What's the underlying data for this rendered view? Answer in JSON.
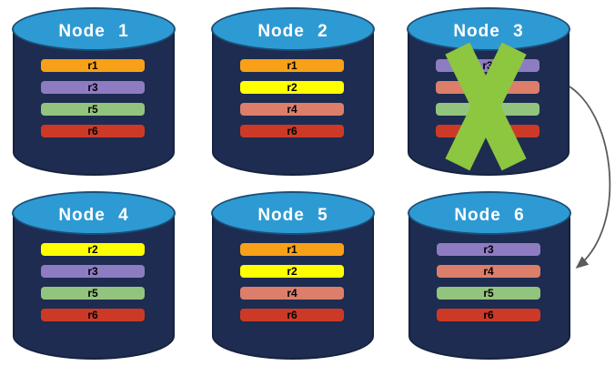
{
  "palette": {
    "cylinder_body": "#1d2c50",
    "cylinder_body_border": "#16233f",
    "cylinder_top": "#2e9ad3",
    "cylinder_top_border": "#1b4e77",
    "node_title_color": "#ffffff",
    "replica_label_color": "#000000",
    "failure_x_color": "#8dc63f",
    "arrow_color": "#5b5b5b"
  },
  "diagram": {
    "nodes": [
      {
        "title": "Node 1",
        "failed": false,
        "replicas": [
          {
            "label": "r1",
            "color": "#f8a018"
          },
          {
            "label": "r3",
            "color": "#8e7cc3"
          },
          {
            "label": "r5",
            "color": "#93c47d"
          },
          {
            "label": "r6",
            "color": "#cc3a27"
          }
        ]
      },
      {
        "title": "Node 2",
        "failed": false,
        "replicas": [
          {
            "label": "r1",
            "color": "#f8a018"
          },
          {
            "label": "r2",
            "color": "#ffff00"
          },
          {
            "label": "r4",
            "color": "#dd7e6b"
          },
          {
            "label": "r6",
            "color": "#cc3a27"
          }
        ]
      },
      {
        "title": "Node 3",
        "failed": true,
        "replicas": [
          {
            "label": "r3",
            "color": "#8e7cc3"
          },
          {
            "label": "r4",
            "color": "#dd7e6b"
          },
          {
            "label": "r5",
            "color": "#93c47d"
          },
          {
            "label": "r6",
            "color": "#cc3a27"
          }
        ]
      },
      {
        "title": "Node 4",
        "failed": false,
        "replicas": [
          {
            "label": "r2",
            "color": "#ffff00"
          },
          {
            "label": "r3",
            "color": "#8e7cc3"
          },
          {
            "label": "r5",
            "color": "#93c47d"
          },
          {
            "label": "r6",
            "color": "#cc3a27"
          }
        ]
      },
      {
        "title": "Node 5",
        "failed": false,
        "replicas": [
          {
            "label": "r1",
            "color": "#f8a018"
          },
          {
            "label": "r2",
            "color": "#ffff00"
          },
          {
            "label": "r4",
            "color": "#dd7e6b"
          },
          {
            "label": "r6",
            "color": "#cc3a27"
          }
        ]
      },
      {
        "title": "Node 6",
        "failed": false,
        "replicas": [
          {
            "label": "r3",
            "color": "#8e7cc3"
          },
          {
            "label": "r4",
            "color": "#dd7e6b"
          },
          {
            "label": "r5",
            "color": "#93c47d"
          },
          {
            "label": "r6",
            "color": "#cc3a27"
          }
        ]
      }
    ],
    "failure_arrow": {
      "from_node": "Node 3",
      "to_node": "Node 6"
    }
  }
}
